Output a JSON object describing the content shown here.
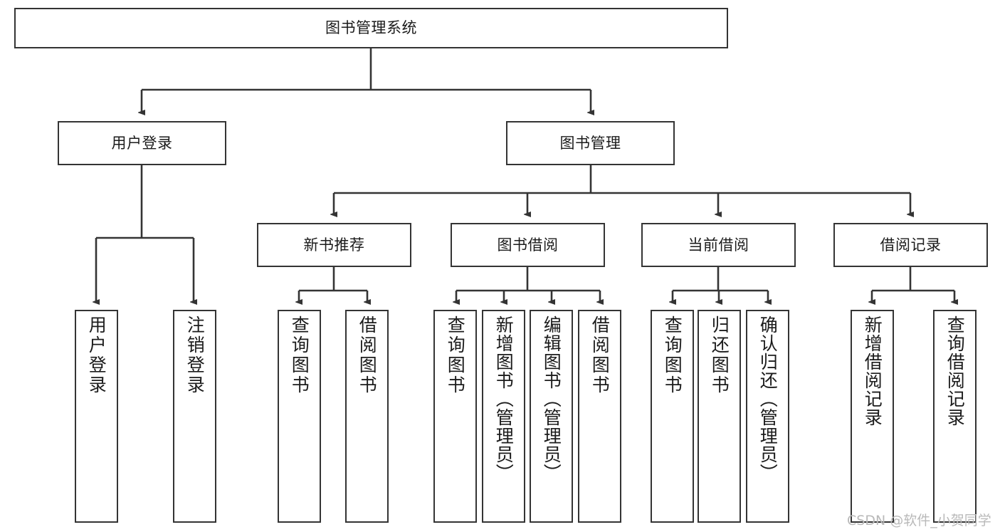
{
  "diagram": {
    "type": "tree",
    "title": "图书管理系统",
    "root": {
      "label": "图书管理系统"
    },
    "level2": [
      {
        "label": "用户登录"
      },
      {
        "label": "图书管理"
      }
    ],
    "level3": [
      {
        "label": "新书推荐"
      },
      {
        "label": "图书借阅"
      },
      {
        "label": "当前借阅"
      },
      {
        "label": "借阅记录"
      }
    ],
    "leaves": {
      "user_login": [
        {
          "label": "用户登录"
        },
        {
          "label": "注销登录"
        }
      ],
      "new_book_recommend": [
        {
          "label": "查询图书"
        },
        {
          "label": "借阅图书"
        }
      ],
      "book_borrow": [
        {
          "label": "查询图书"
        },
        {
          "label": "新增图书（管理员）"
        },
        {
          "label": "编辑图书（管理员）"
        },
        {
          "label": "借阅图书"
        }
      ],
      "current_borrow": [
        {
          "label": "查询图书"
        },
        {
          "label": "归还图书"
        },
        {
          "label": "确认归还（管理员）"
        }
      ],
      "borrow_record": [
        {
          "label": "新增借阅记录"
        },
        {
          "label": "查询借阅记录"
        }
      ]
    }
  },
  "watermark": {
    "text": "CSDN @软件_小贺同学"
  },
  "colors": {
    "border": "#343434",
    "background": "#ffffff",
    "text": "#1b1b1b",
    "watermark": "#b9b9b9"
  }
}
